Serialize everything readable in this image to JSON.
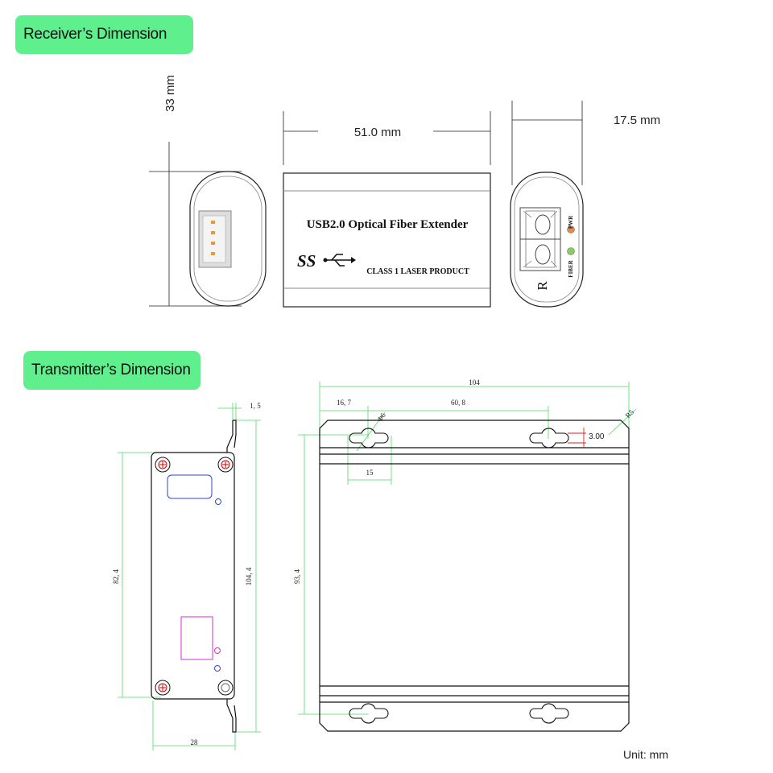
{
  "sections": {
    "receiver_title": "Receiver’s Dimension",
    "transmitter_title": "Transmitter’s Dimension"
  },
  "receiver": {
    "height": "33 mm",
    "width": "51.0 mm",
    "depth": "17.5 mm",
    "product_name": "USB2.0 Optical Fiber Extender",
    "laser_class": "CLASS 1 LASER PRODUCT",
    "usb_logo": "SS",
    "led_pwr": "PWR",
    "led_fiber": "FIBER",
    "side_mark": "R"
  },
  "transmitter": {
    "flange": "1, 5",
    "height_inner": "82, 4",
    "height_outer": "104, 4",
    "side_width": "28",
    "top_width": "104",
    "offset_left": "16, 7",
    "slot_spacing": "60, 8",
    "slot_dia": "Φ6",
    "slot_width": "15",
    "edge_r": "R5",
    "slot_height": "3.00",
    "mount_height": "93, 4"
  },
  "footer": {
    "unit": "Unit: mm"
  },
  "colors": {
    "badge": "#5ff08d",
    "dimension": "#4cd964",
    "outline": "#222222",
    "port": "#3344cc",
    "led_pwr": "#e88a4a",
    "led_fiber": "#88cc66"
  }
}
